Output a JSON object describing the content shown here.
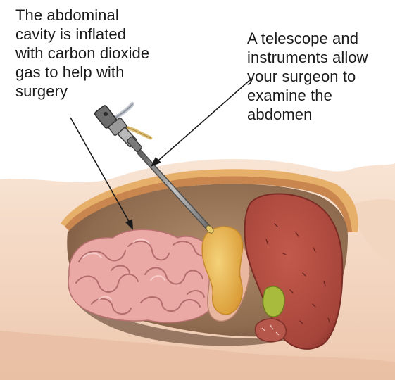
{
  "annotations": {
    "left": {
      "lines": [
        "The abdominal",
        "cavity is inflated",
        "with carbon dioxide",
        "gas to help with",
        "surgery"
      ]
    },
    "right": {
      "lines": [
        "A telescope and",
        "instruments allow",
        "your surgeon to",
        "examine the",
        "abdomen"
      ]
    }
  },
  "colors": {
    "skin": "#f6dcc8",
    "fat_layer": "#e8b470",
    "cavity": "#9e7a5c",
    "intestine": "#e9a6a3",
    "liver": "#b24a40",
    "gallbladder": "#a6b83a",
    "stomach": "#e8b24a",
    "instrument": "#8a8a8a",
    "arrow": "#1a1a1a"
  },
  "icons": [
    "telescope-icon",
    "laparoscope-instrument-icon"
  ]
}
